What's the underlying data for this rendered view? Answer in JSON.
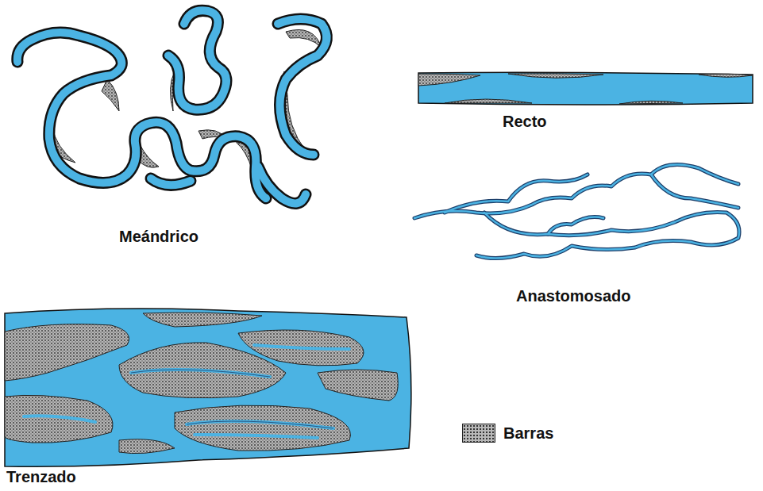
{
  "diagram": {
    "labels": [
      "Meándrico",
      "Recto",
      "Anastomosado",
      "Trenzado"
    ],
    "legend": [
      {
        "text": "Barras"
      }
    ]
  }
}
